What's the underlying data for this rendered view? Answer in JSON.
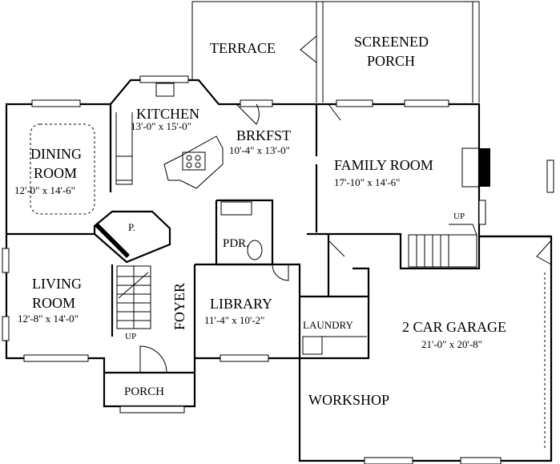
{
  "rooms": {
    "terrace": {
      "name": "TERRACE"
    },
    "screened_porch": {
      "line1": "SCREENED",
      "line2": "PORCH"
    },
    "kitchen": {
      "name": "KITCHEN",
      "dims": "13'-0\" x 15'-0\""
    },
    "breakfast": {
      "name": "BRKFST",
      "dims": "10'-4\" x 13'-0\""
    },
    "dining": {
      "line1": "DINING",
      "line2": "ROOM",
      "dims": "12'-0\" x 14'-6\""
    },
    "family": {
      "name": "FAMILY ROOM",
      "dims": "17'-10\" x 14'-6\""
    },
    "pantry": {
      "name": "P."
    },
    "powder": {
      "name": "PDR."
    },
    "living": {
      "line1": "LIVING",
      "line2": "ROOM",
      "dims": "12'-8\" x 14'-0\""
    },
    "foyer": {
      "name": "FOYER"
    },
    "library": {
      "name": "LIBRARY",
      "dims": "11'-4\" x 10'-2\""
    },
    "laundry": {
      "name": "LAUNDRY"
    },
    "garage": {
      "name": "2 CAR GARAGE",
      "dims": "21'-0\" x 20'-8\""
    },
    "workshop": {
      "name": "WORKSHOP"
    },
    "porch": {
      "name": "PORCH"
    }
  },
  "stairs": {
    "up_main": "UP",
    "up_family": "UP"
  }
}
